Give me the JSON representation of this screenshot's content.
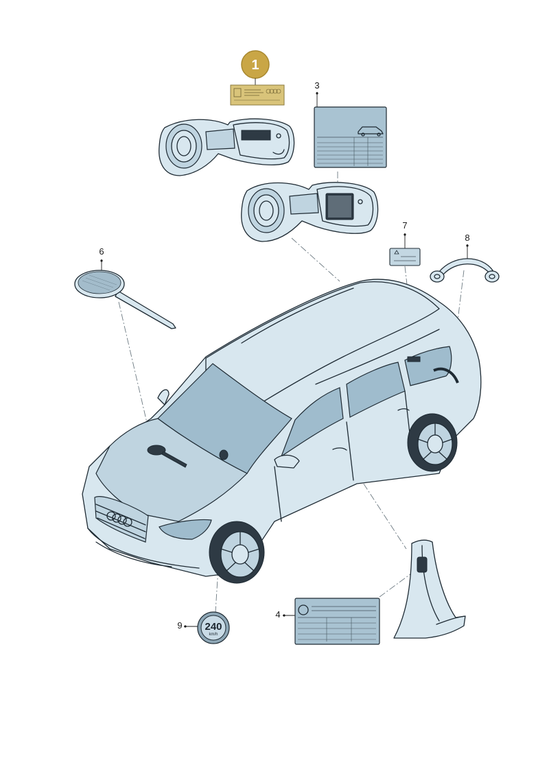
{
  "diagram": {
    "callouts": [
      {
        "id": "1",
        "label": "1",
        "highlighted": true
      },
      {
        "id": "3",
        "label": "3"
      },
      {
        "id": "4",
        "label": "4"
      },
      {
        "id": "6",
        "label": "6"
      },
      {
        "id": "7",
        "label": "7"
      },
      {
        "id": "8",
        "label": "8"
      },
      {
        "id": "9",
        "label": "9"
      }
    ],
    "speed_sticker": {
      "value": "240",
      "unit": "km/h"
    },
    "colors": {
      "highlight_badge": "#c9a646",
      "highlight_label": "#d9c47a",
      "part_fill": "#d8e7ef",
      "line": "#1e2a33"
    }
  }
}
